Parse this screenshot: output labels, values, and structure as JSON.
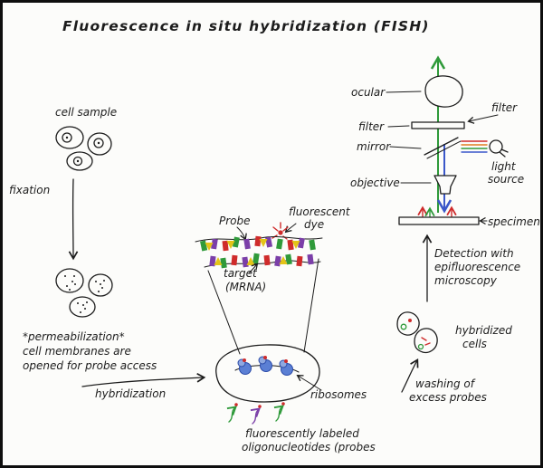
{
  "title": "Fluorescence in situ hybridization (FISH)",
  "left": {
    "cell_sample": "cell sample",
    "fixation": "fixation",
    "perm_line1": "*permeabilization*",
    "perm_line2": "cell membranes are",
    "perm_line3": "opened for probe access",
    "hybridization": "hybridization"
  },
  "center": {
    "probe": "Probe",
    "dye_line1": "fluorescent",
    "dye_line2": "dye",
    "target_line1": "target",
    "target_line2": "(MRNA)",
    "ribosomes": "ribosomes",
    "oligo_line1": "fluorescently labeled",
    "oligo_line2": "oligonucleotides (probes"
  },
  "microscope": {
    "ocular": "ocular",
    "filter_left": "filter",
    "filter_right": "filter",
    "mirror": "mirror",
    "objective": "objective",
    "light_line1": "light",
    "light_line2": "source",
    "specimen": "specimen"
  },
  "right": {
    "detection_line1": "Detection with",
    "detection_line2": "epifluorescence",
    "detection_line3": "microscopy",
    "hybridized_line1": "hybridized",
    "hybridized_line2": "cells",
    "washing_line1": "washing of",
    "washing_line2": "excess probes"
  },
  "colors": {
    "ink": "#1c1c1c",
    "green": "#2f9a3a",
    "blue": "#3a57c9",
    "purple": "#7b3fa8",
    "red": "#cf2b2b",
    "yellow": "#e3c418",
    "orange": "#e07c1e"
  }
}
